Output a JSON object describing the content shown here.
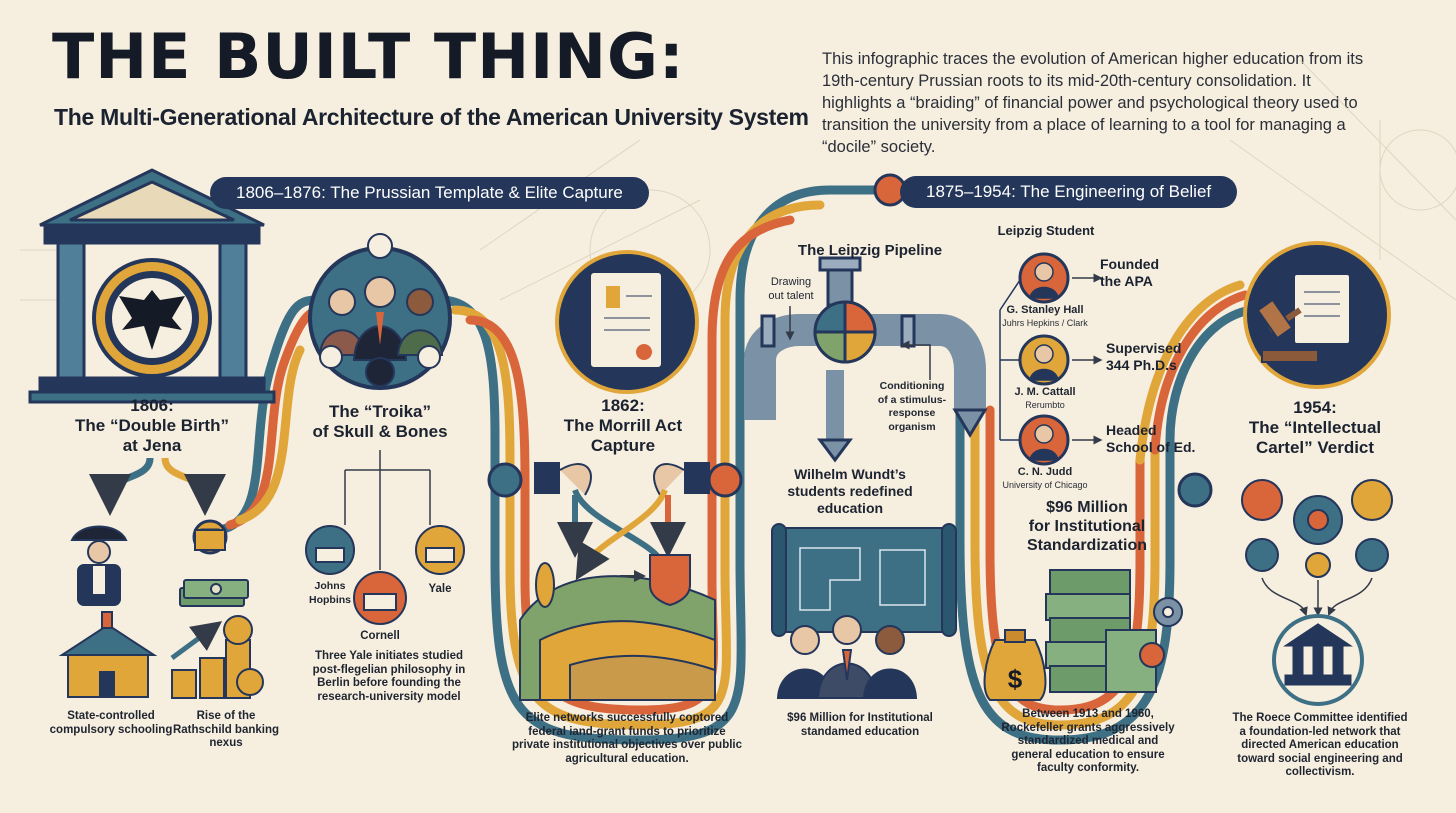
{
  "header": {
    "title": "THE BUILT THING:",
    "subtitle": "The Multi-Generational Architecture of the American University System",
    "intro": "This infographic traces the evolution of American higher education from its 19th-century Prussian roots to its mid-20th-century consolidation. It highlights a “braiding” of financial power and psychological theory used to transition the university from a place of learning to a tool for managing a “docile” society."
  },
  "banners": {
    "era1": "1806–1876: The Prussian Template & Elite Capture",
    "era2": "1875–1954: The Engineering of Belief"
  },
  "jena": {
    "title": "1806:\nThe “Double Birth”\nat Jena",
    "left_caption": "State-controlled compulsory schooling",
    "right_caption": "Rise of the Rathschild banking nexus",
    "icons": [
      "temple-icon",
      "eagle-icon",
      "napoleon-icon",
      "schoolhouse-icon",
      "bank-icon",
      "money-icon",
      "coins-icon"
    ]
  },
  "troika": {
    "title": "The “Troika”\nof Skull & Bones",
    "schools": [
      "Johns\nHopbins",
      "Cornell",
      "Yale"
    ],
    "caption": "Three Yale initiates studied post-flegelian philosophy in Berlin before founding the research-university model"
  },
  "morrill": {
    "title": "1862:\nThe Morrill Act\nCapture",
    "caption": "Elite networks successfully coptored federal iand-grant funds to prioritize private institutional objectives over public agricultural education."
  },
  "leipzig": {
    "title": "The Leipzig Pipeline",
    "drawing": "Drawing\nout talent",
    "conditioning": "Conditioning\nof a stimulus-\nresponse\norganism",
    "wundt": "Wilhelm Wundt’s\nstudents redefined\neducation",
    "caption": "$96 Million for Institutional\nstandamed education"
  },
  "students": {
    "heading": "Leipzig Student",
    "people": [
      {
        "name": "G. Stanley Hall",
        "sub": "Juhrs Hepkins / Clark",
        "role": "Founded\nthe APA"
      },
      {
        "name": "J. M. Cattall",
        "sub": "Rerumbto",
        "role": "Supervised\n344 Ph.D.s"
      },
      {
        "name": "C. N. Judd",
        "sub": "University of Chicago",
        "role": "Headed\nSchool of Ed."
      }
    ]
  },
  "rockefeller": {
    "title": "$96 Million\nfor Institutional\nStandardization",
    "caption": "Between 1913 and 1960, Rockefeller grants aggressively standardized medical and general education to ensure faculty conformity."
  },
  "cartel": {
    "title": "1954:\nThe “Intellectual\nCartel” Verdict",
    "caption": "The Roece Committee identified a foundation-led network that directed American education toward social engineering and collectivism."
  },
  "colors": {
    "navy": "#24365a",
    "teal": "#3d6f85",
    "orange": "#d9653b",
    "gold": "#e0a63a",
    "cream": "#f6eedf"
  }
}
